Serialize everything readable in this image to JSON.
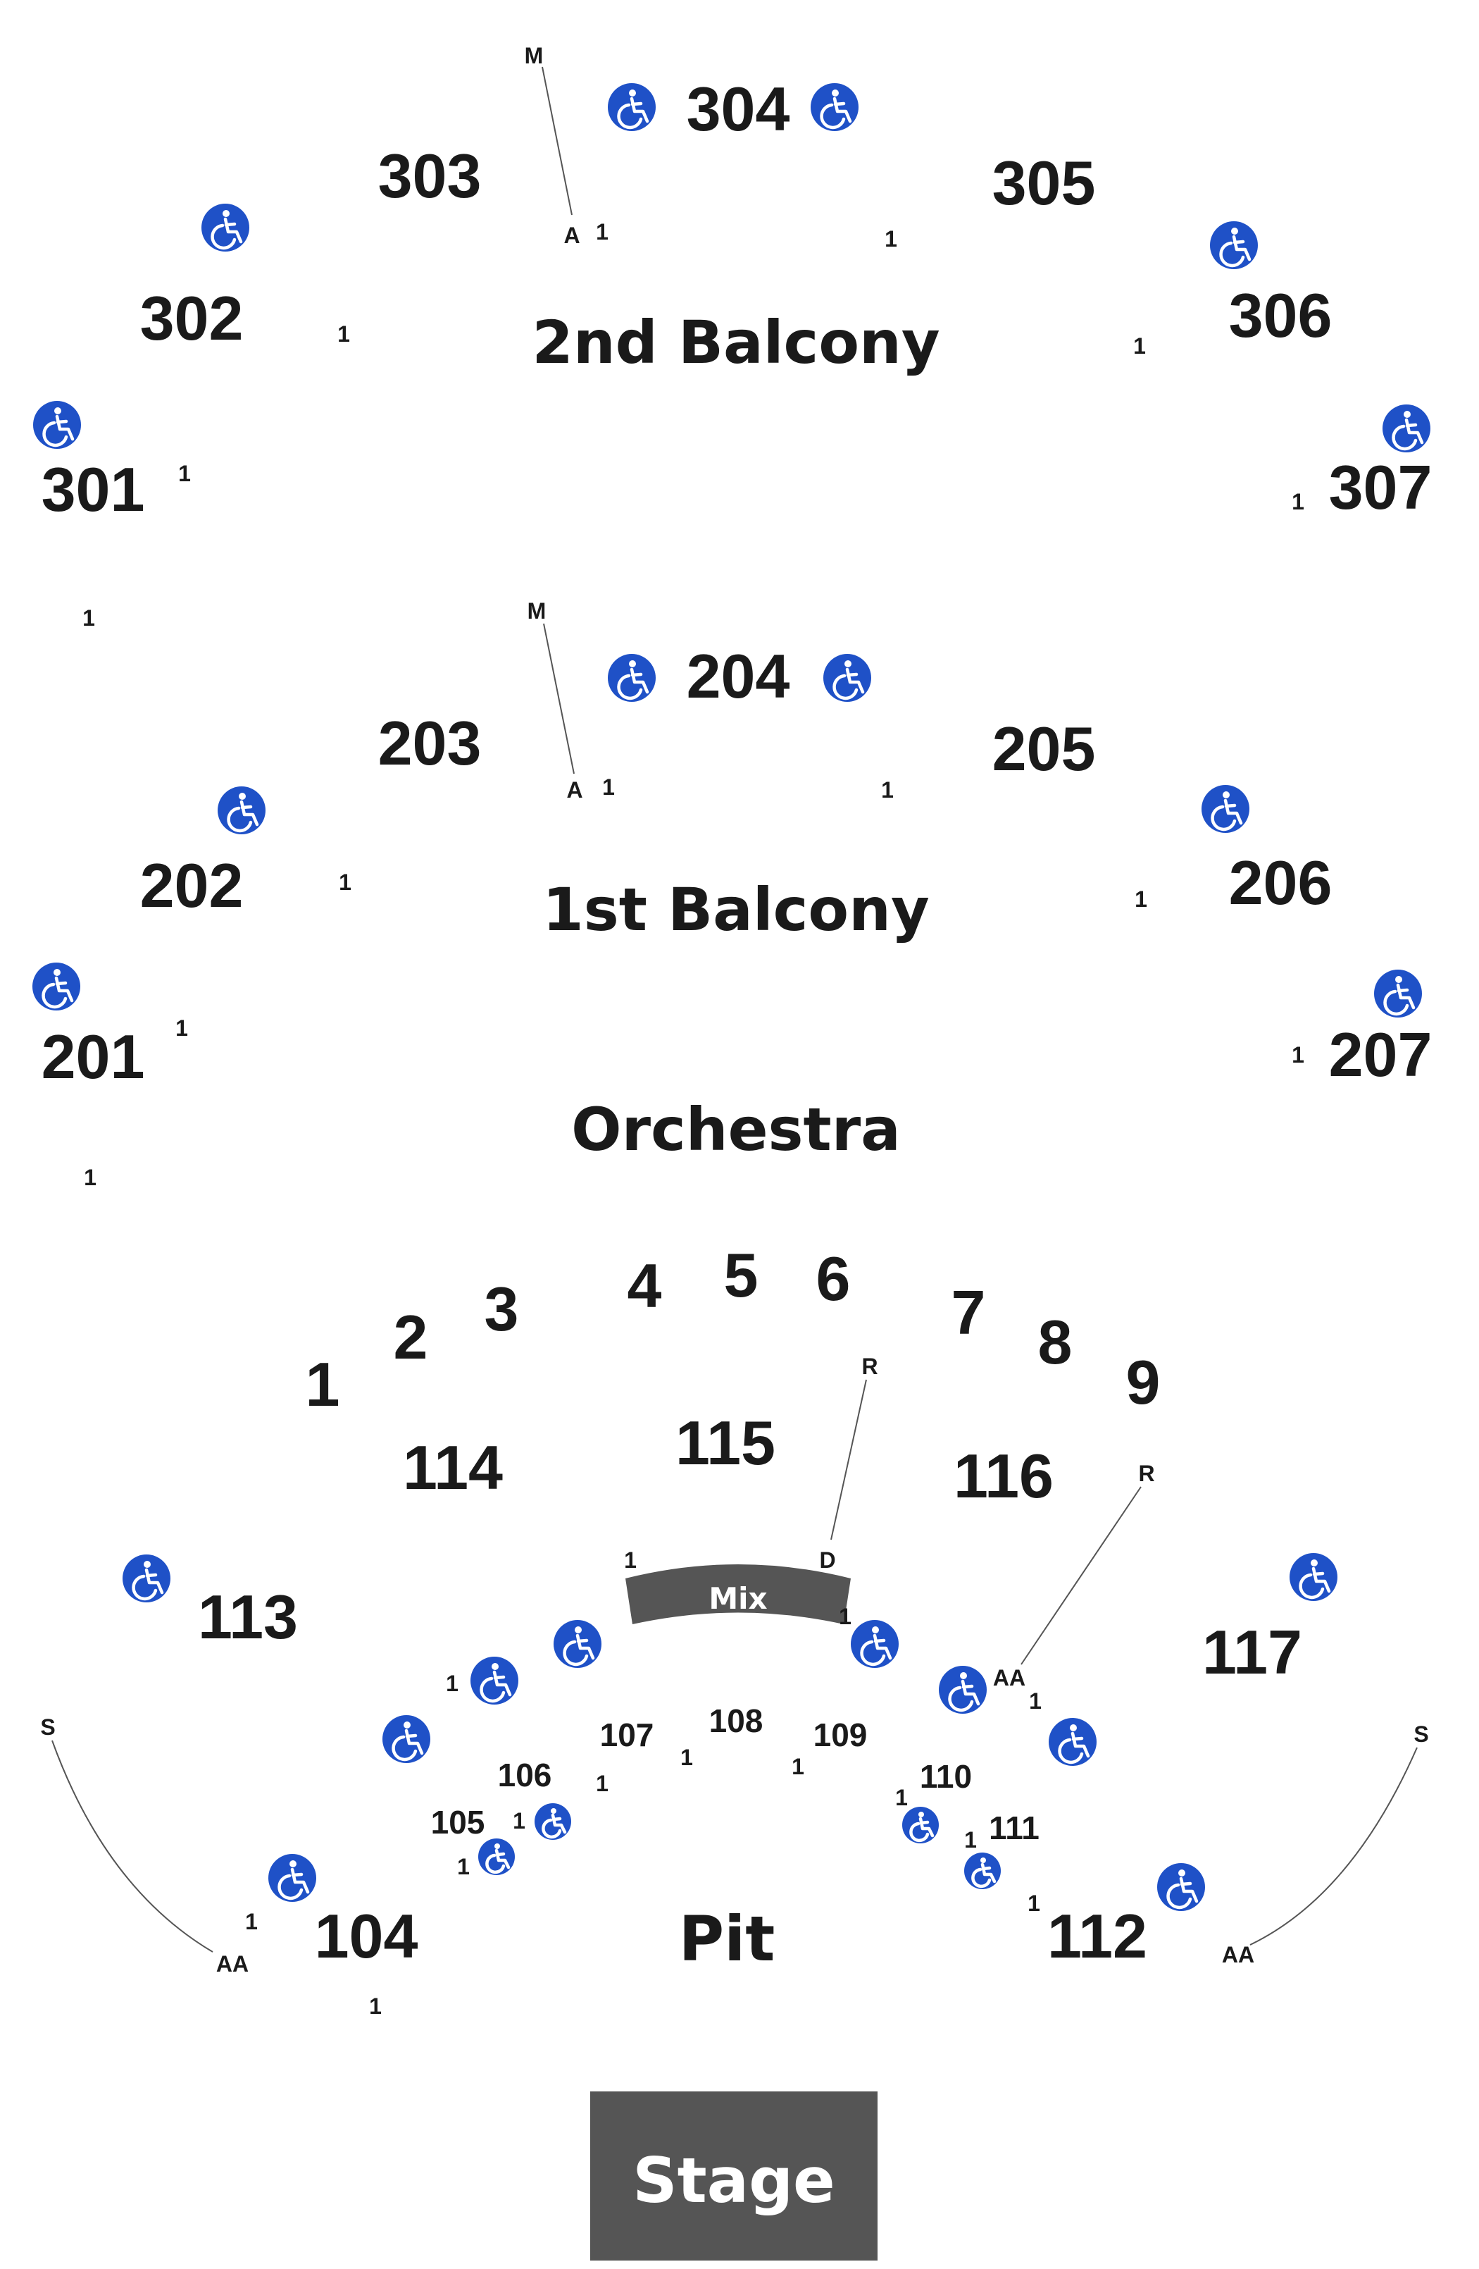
{
  "levels": {
    "second_balcony": "2nd Balcony",
    "first_balcony": "1st Balcony",
    "orchestra": "Orchestra",
    "pit": "Pit"
  },
  "stage": "Stage",
  "mix": "Mix",
  "sections": {
    "s301": "301",
    "s302": "302",
    "s303": "303",
    "s304": "304",
    "s305": "305",
    "s306": "306",
    "s307": "307",
    "s201": "201",
    "s202": "202",
    "s203": "203",
    "s204": "204",
    "s205": "205",
    "s206": "206",
    "s207": "207",
    "box1": "1",
    "box2": "2",
    "box3": "3",
    "box4": "4",
    "box5": "5",
    "box6": "6",
    "box7": "7",
    "box8": "8",
    "box9": "9",
    "s113": "113",
    "s114": "114",
    "s115": "115",
    "s116": "116",
    "s117": "117",
    "s104": "104",
    "s105": "105",
    "s106": "106",
    "s107": "107",
    "s108": "108",
    "s109": "109",
    "s110": "110",
    "s111": "111",
    "s112": "112"
  },
  "rows": {
    "m": "M",
    "a": "A",
    "one": "1",
    "r": "R",
    "d": "D",
    "s": "S",
    "aa": "AA"
  },
  "icons": {
    "accessible": "wheelchair-accessible-icon"
  },
  "colors": {
    "accessible": "#1f51c7",
    "stage": "#555555",
    "mix": "#555555",
    "text": "#1a1a1a"
  }
}
